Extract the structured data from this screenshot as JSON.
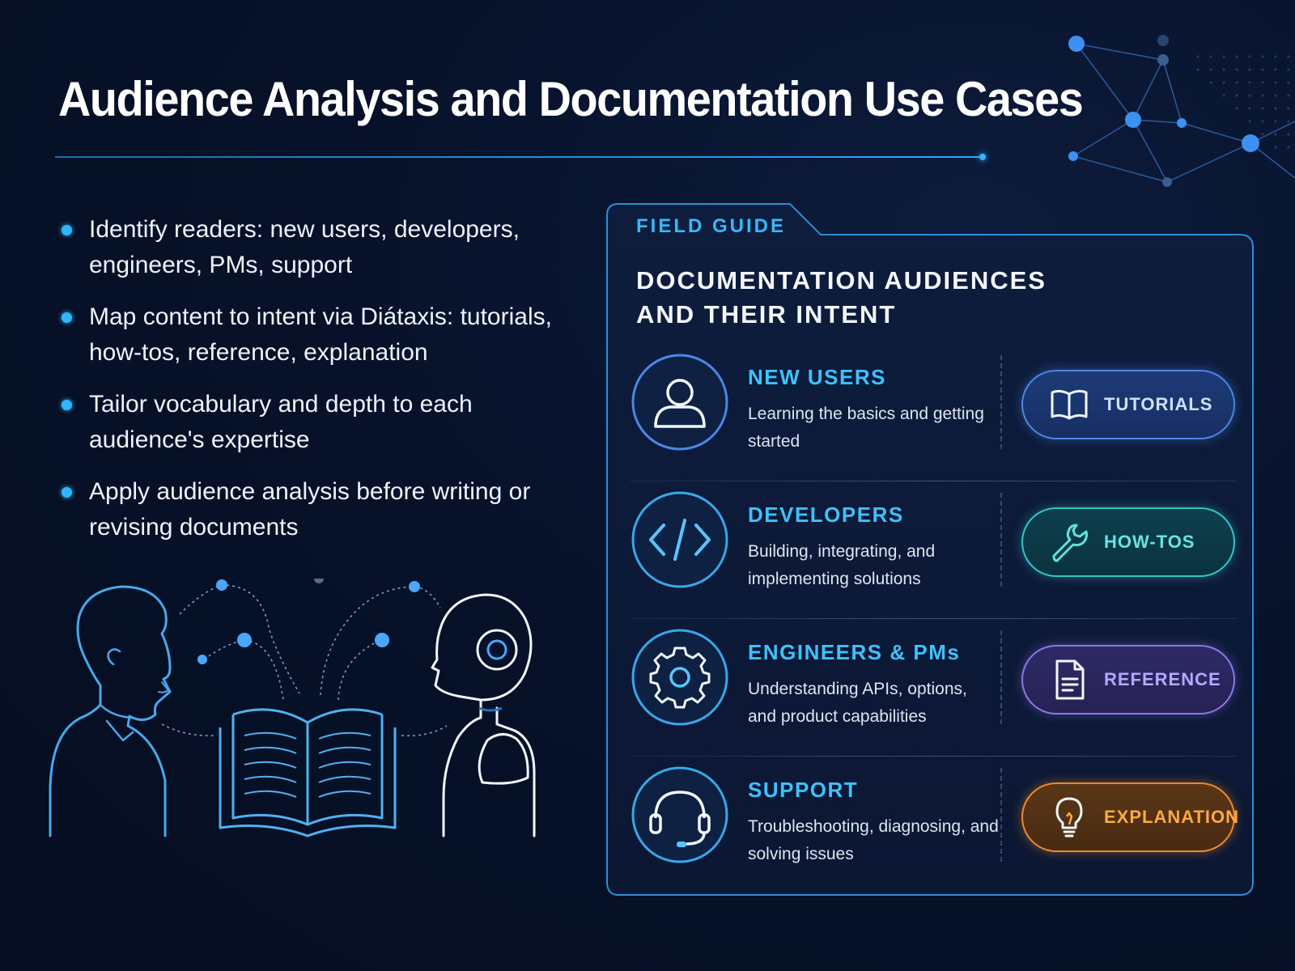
{
  "title": "Audience Analysis and Documentation Use Cases",
  "bullets": [
    "Identify readers: new users, developers, engineers, PMs, support",
    "Map content to intent via Diátaxis: tutorials, how-tos, reference, explanation",
    "Tailor vocabulary and depth to each audience's expertise",
    "Apply audience analysis before writing or revising documents"
  ],
  "field_guide": {
    "label": "FIELD GUIDE",
    "heading": "DOCUMENTATION AUDIENCES AND THEIR INTENT",
    "rows": [
      {
        "title": "NEW USERS",
        "description": "Learning the basics and getting started",
        "icon": "user-icon",
        "doc_type": "TUTORIALS",
        "doc_icon": "book-icon",
        "accent": "#4c86e6"
      },
      {
        "title": "DEVELOPERS",
        "description": "Building, integrating, and implementing solutions",
        "icon": "code-icon",
        "doc_type": "HOW-TOS",
        "doc_icon": "wrench-icon",
        "accent": "#2ec8c8"
      },
      {
        "title": "ENGINEERS & PMs",
        "description": "Understanding APIs, options, and product capabilities",
        "icon": "gear-icon",
        "doc_type": "REFERENCE",
        "doc_icon": "document-icon",
        "accent": "#8b78e8"
      },
      {
        "title": "SUPPORT",
        "description": "Troubleshooting, diagnosing, and solving issues",
        "icon": "headset-icon",
        "doc_type": "EXPLANATION",
        "doc_icon": "lightbulb-icon",
        "accent": "#ee8a2a"
      }
    ]
  },
  "colors": {
    "background": "#07122a",
    "accent_blue": "#2fb6ff",
    "panel_border": "#2a8ed6"
  }
}
